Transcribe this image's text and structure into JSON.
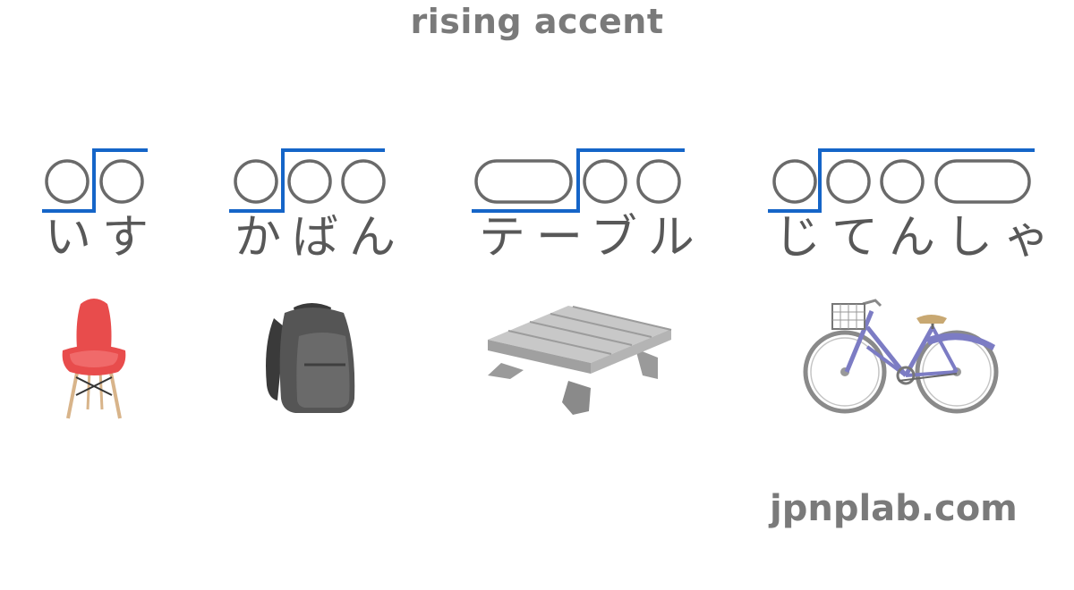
{
  "title": "rising accent",
  "footer": "jpnplab.com",
  "accent_color": "#1565c8",
  "mora_outline_color": "#6a6a6a",
  "words": [
    {
      "kana": "いす",
      "illustration": "chair-icon"
    },
    {
      "kana": "かばん",
      "illustration": "backpack-icon"
    },
    {
      "kana": "テーブル",
      "illustration": "table-icon"
    },
    {
      "kana": "じてんしゃ",
      "illustration": "bicycle-icon"
    }
  ]
}
